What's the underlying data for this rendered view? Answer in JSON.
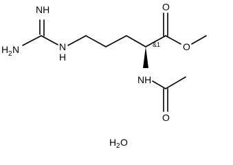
{
  "molecule": {
    "atoms": {
      "imine_nh": "NH",
      "amino_nh": "H",
      "amino_nh_sub": "2",
      "amino_n": "N",
      "guanidine_nh": "N",
      "guanidine_h": "H",
      "carbonyl_o": "O",
      "ester_o": "O",
      "amide_nh": "NH",
      "amide_o": "O"
    },
    "stereo_label": "&1",
    "water": {
      "h": "H",
      "sub": "2",
      "o": "O"
    }
  }
}
